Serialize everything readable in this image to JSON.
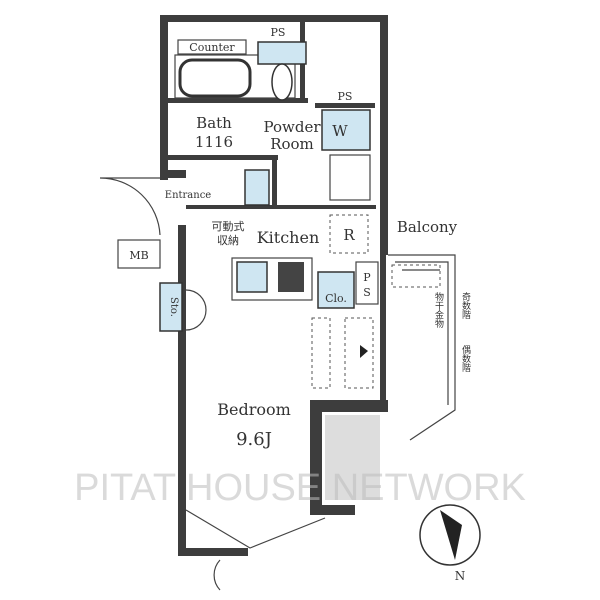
{
  "title": "Floor plan",
  "rooms": {
    "ps_top": "PS",
    "counter": "Counter",
    "ps_right": "PS",
    "bath_line1": "Bath",
    "bath_line2": "1116",
    "powder_line1": "Powder",
    "powder_line2": "Room",
    "washer": "W",
    "entrance": "Entrance",
    "storage_movable_line1": "可動式",
    "storage_movable_line2": "収納",
    "kitchen": "Kitchen",
    "refrigerator": "R",
    "balcony": "Balcony",
    "mb": "MB",
    "sto": "Sto.",
    "ps_kitchen_1": "P",
    "ps_kitchen_2": "S",
    "closet": "Clo.",
    "bedroom": "Bedroom",
    "bedroom_size": "9.6J"
  },
  "balcony_notes": {
    "odd_floor": "奇数階",
    "even_floor": "偶数階",
    "laundry_hardware": "物干金物"
  },
  "compass": "N",
  "watermark": "PITAT HOUSE NETWORK"
}
